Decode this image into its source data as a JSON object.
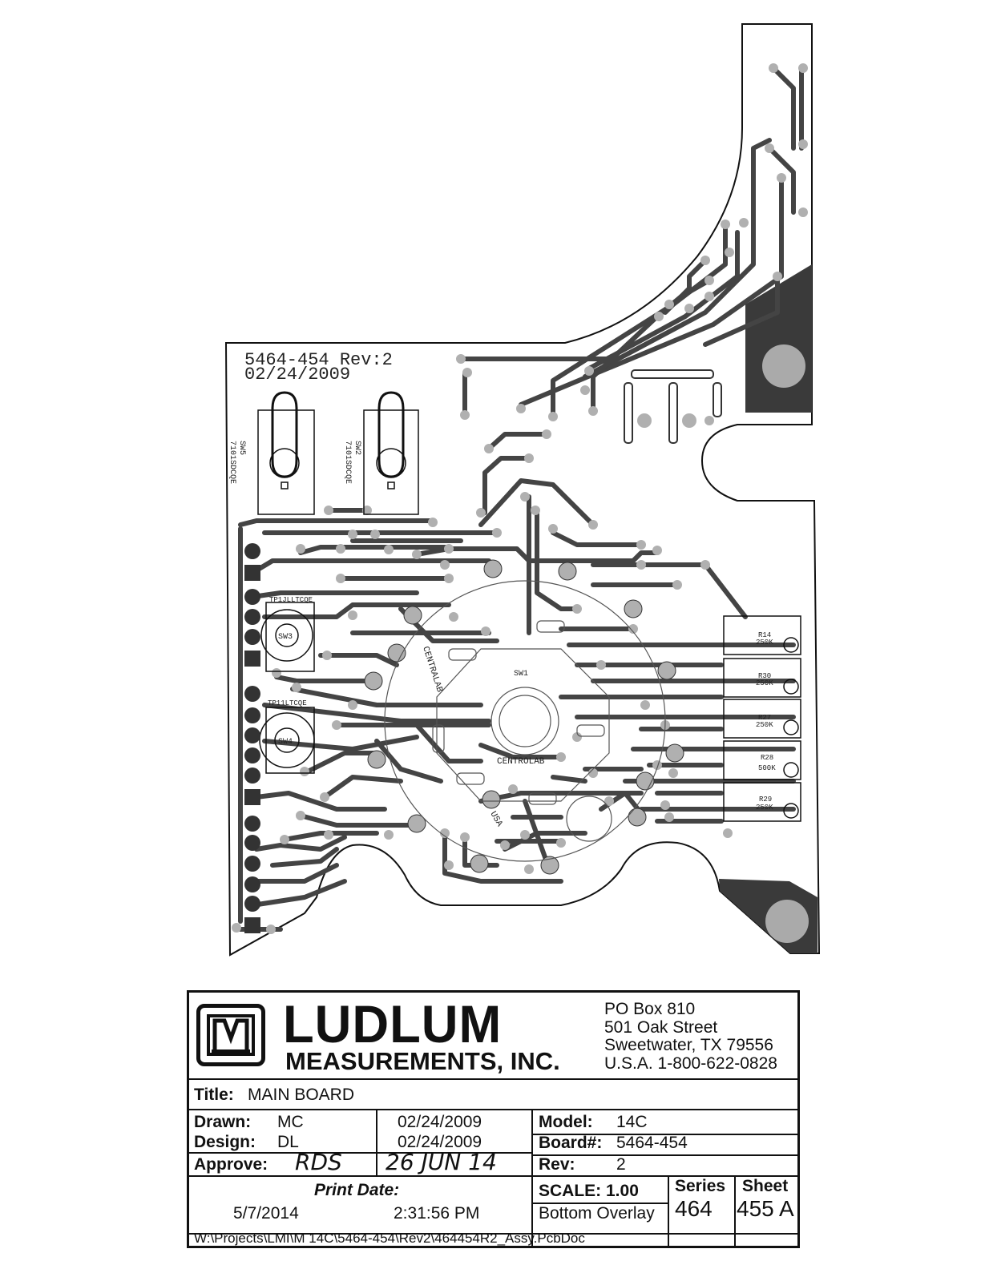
{
  "board": {
    "part_rev": "5464-454 Rev:2",
    "date": "02/24/2009",
    "switches": [
      {
        "ref": "SW5",
        "part": "7101SDCQE"
      },
      {
        "ref": "SW2",
        "part": "7101SDCQE"
      }
    ],
    "sw3": "SW3",
    "sw4": "SW4",
    "tp_labels": [
      "TP1JLLTCQE",
      "TP11LTCQE"
    ],
    "sw1": "SW1",
    "centralab_label": "CENTRALAB",
    "centrolab_label": "CENTROLAB",
    "usa_label": "USA",
    "resistors": [
      {
        "ref": "R14",
        "value": "250K"
      },
      {
        "ref": "R30",
        "value": "250K"
      },
      {
        "ref": "R27",
        "value": "250K"
      },
      {
        "ref": "R28",
        "value": "500K"
      },
      {
        "ref": "R29",
        "value": "250K"
      }
    ]
  },
  "title_block": {
    "company_name": "LUDLUM",
    "company_sub": "MEASUREMENTS, INC.",
    "address": [
      "PO Box 810",
      "501 Oak Street",
      "Sweetwater, TX 79556",
      "U.S.A. 1-800-622-0828"
    ],
    "title_label": "Title:",
    "title_value": "MAIN BOARD",
    "drawn_label": "Drawn:",
    "drawn_value": "MC",
    "drawn_date": "02/24/2009",
    "design_label": "Design:",
    "design_value": "DL",
    "design_date": "02/24/2009",
    "approve_label": "Approve:",
    "approve_value": "RDS",
    "approve_date": "26 JUN 14",
    "model_label": "Model:",
    "model_value": "14C",
    "board_label": "Board#:",
    "board_value": "5464-454",
    "rev_label": "Rev:",
    "rev_value": "2",
    "print_date_label": "Print Date:",
    "print_date": "5/7/2014",
    "print_time": "2:31:56 PM",
    "scale_label": "SCALE: 1.00",
    "layer": "Bottom Overlay",
    "series_label": "Series",
    "series_value": "464",
    "sheet_label": "Sheet",
    "sheet_value": "455 A",
    "file_path": "W:\\Projects\\LMI\\M 14C\\5464-454\\Rev2\\464454R2_Assy.PcbDoc"
  }
}
